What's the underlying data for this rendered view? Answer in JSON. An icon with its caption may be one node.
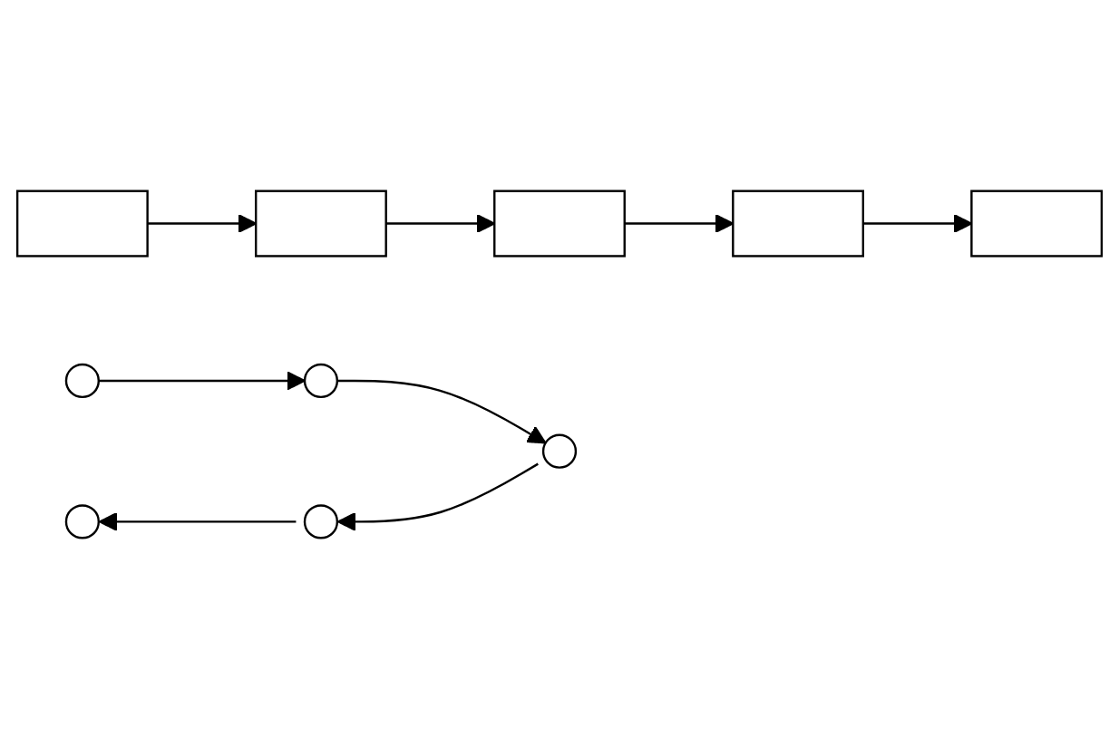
{
  "diagram": {
    "nodes": [
      {
        "text": [],
        "shape": "box"
      },
      {
        "text": [],
        "shape": "box"
      },
      {
        "text": [],
        "shape": "box"
      },
      {
        "text": [],
        "shape": "box"
      },
      {
        "text": [],
        "shape": "box"
      },
      {
        "text": [],
        "shape": "circle"
      },
      {
        "text": [],
        "shape": "circle"
      },
      {
        "text": [],
        "shape": "circle"
      },
      {
        "text": [],
        "shape": "circle"
      },
      {
        "text": [],
        "shape": "circle"
      }
    ],
    "edges": [
      {
        "from": 0,
        "to": 1,
        "arrow": "to"
      },
      {
        "from": 1,
        "to": 2,
        "arrow": "to"
      },
      {
        "from": 2,
        "to": 3,
        "arrow": "to"
      },
      {
        "from": 3,
        "to": 4,
        "arrow": "to"
      },
      {
        "from": 5,
        "to": 6,
        "arrow": "to"
      },
      {
        "from": 6,
        "to": 7,
        "arrow": "to"
      },
      {
        "from": 7,
        "to": 9,
        "arrow": "to"
      },
      {
        "from": 9,
        "to": 8,
        "arrow": "to"
      }
    ]
  }
}
